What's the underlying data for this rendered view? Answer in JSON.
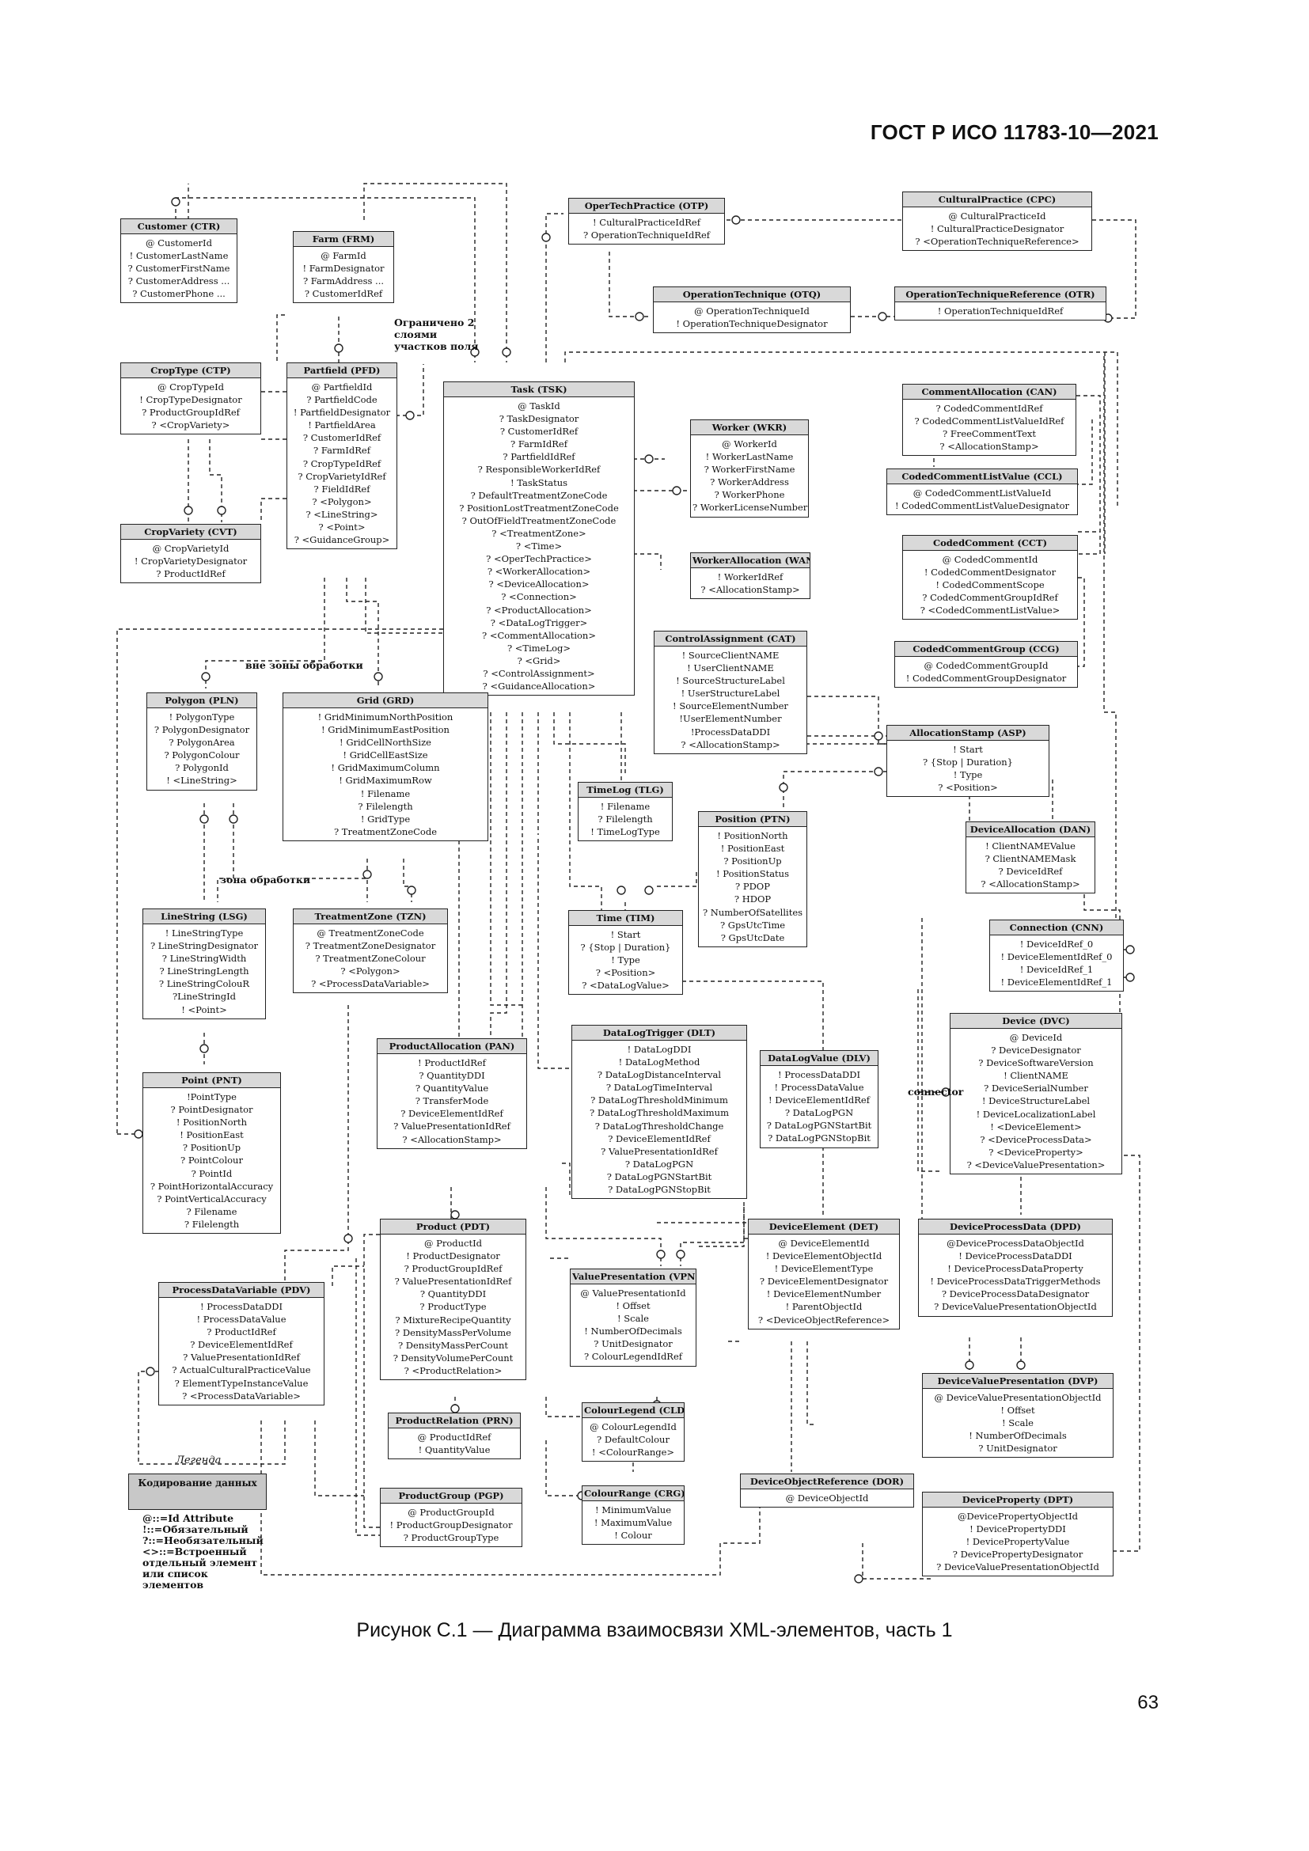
{
  "header": "ГОСТ Р ИСО 11783-10—2021",
  "caption": "Рисунок С.1 — Диаграмма взаимосвязи XML-элементов, часть 1",
  "page_number": "63",
  "entities": [
    {
      "id": "CTR",
      "title": "Customer (CTR)",
      "fields": [
        "@ CustomerId",
        "! CustomerLastName",
        "? CustomerFirstName",
        "? CustomerAddress ...",
        "? CustomerPhone ..."
      ]
    },
    {
      "id": "FRM",
      "title": "Farm (FRM)",
      "fields": [
        "@ FarmId",
        "! FarmDesignator",
        "? FarmAddress ...",
        "? CustomerIdRef"
      ]
    },
    {
      "id": "OTP",
      "title": "OperTechPractice (OTP)",
      "fields": [
        "! CulturalPracticeIdRef",
        "? OperationTechniqueIdRef"
      ]
    },
    {
      "id": "CPC",
      "title": "CulturalPractice (CPC)",
      "fields": [
        "@ CulturalPracticeId",
        "! CulturalPracticeDesignator",
        "? <OperationTechniqueReference>"
      ]
    },
    {
      "id": "OTQ",
      "title": "OperationTechnique (OTQ)",
      "fields": [
        "@ OperationTechniqueId",
        "! OperationTechniqueDesignator"
      ]
    },
    {
      "id": "OTR",
      "title": "OperationTechniqueReference (OTR)",
      "fields": [
        "! OperationTechniqueIdRef"
      ]
    },
    {
      "id": "CTP",
      "title": "CropType (CTP)",
      "fields": [
        "@ CropTypeId",
        "! CropTypeDesignator",
        "? ProductGroupIdRef",
        "? <CropVariety>"
      ]
    },
    {
      "id": "PFD",
      "title": "Partfield (PFD)",
      "fields": [
        "@ PartfieldId",
        "? PartfieldCode",
        "! PartfieldDesignator",
        "! PartfieldArea",
        "? CustomerIdRef",
        "? FarmIdRef",
        "? CropTypeIdRef",
        "? CropVarietyIdRef",
        "? FieldIdRef",
        "? <Polygon>",
        "? <LineString>",
        "? <Point>",
        "? <GuidanceGroup>"
      ]
    },
    {
      "id": "TSK",
      "title": "Task (TSK)",
      "fields": [
        "@ TaskId",
        "? TaskDesignator",
        "? CustomerIdRef",
        "? FarmIdRef",
        "? PartfieldIdRef",
        "? ResponsibleWorkerIdRef",
        "! TaskStatus",
        "? DefaultTreatmentZoneCode",
        "? PositionLostTreatmentZoneCode",
        "? OutOfFieldTreatmentZoneCode",
        "? <TreatmentZone>",
        "? <Time>",
        "? <OperTechPractice>",
        "? <WorkerAllocation>",
        "? <DeviceAllocation>",
        "? <Connection>",
        "? <ProductAllocation>",
        "? <DataLogTrigger>",
        "? <CommentAllocation>",
        "? <TimeLog>",
        "? <Grid>",
        "? <ControlAssignment>",
        "? <GuidanceAllocation>"
      ]
    },
    {
      "id": "CAN",
      "title": "CommentAllocation (CAN)",
      "fields": [
        "? CodedCommentIdRef",
        "? CodedCommentListValueIdRef",
        "? FreeCommentText",
        "? <AllocationStamp>"
      ]
    },
    {
      "id": "WKR",
      "title": "Worker (WKR)",
      "fields": [
        "@ WorkerId",
        "! WorkerLastName",
        "? WorkerFirstName",
        "? WorkerAddress",
        "? WorkerPhone",
        "? WorkerLicenseNumber"
      ]
    },
    {
      "id": "CCL",
      "title": "CodedCommentListValue (CCL)",
      "fields": [
        "@ CodedCommentListValueId",
        "! CodedCommentListValueDesignator"
      ]
    },
    {
      "id": "CVT",
      "title": "CropVariety (CVT)",
      "fields": [
        "@ CropVarietyId",
        "! CropVarietyDesignator",
        "? ProductIdRef"
      ]
    },
    {
      "id": "CCT",
      "title": "CodedComment (CCT)",
      "fields": [
        "@ CodedCommentId",
        "! CodedCommentDesignator",
        "! CodedCommentScope",
        "? CodedCommentGroupIdRef",
        "? <CodedCommentListValue>"
      ]
    },
    {
      "id": "WAN",
      "title": "WorkerAllocation (WAN)",
      "fields": [
        "! WorkerIdRef",
        "? <AllocationStamp>"
      ]
    },
    {
      "id": "CAT",
      "title": "ControlAssignment (CAT)",
      "fields": [
        "! SourceClientNAME",
        "! UserClientNAME",
        "! SourceStructureLabel",
        "! UserStructureLabel",
        "! SourceElementNumber",
        "!UserElementNumber",
        "!ProcessDataDDI",
        "? <AllocationStamp>"
      ]
    },
    {
      "id": "CCG",
      "title": "CodedCommentGroup (CCG)",
      "fields": [
        "@ CodedCommentGroupId",
        "! CodedCommentGroupDesignator"
      ]
    },
    {
      "id": "PLN",
      "title": "Polygon (PLN)",
      "fields": [
        "! PolygonType",
        "? PolygonDesignator",
        "? PolygonArea",
        "? PolygonColour",
        "? PolygonId",
        "! <LineString>"
      ]
    },
    {
      "id": "GRD",
      "title": "Grid (GRD)",
      "fields": [
        "! GridMinimumNorthPosition",
        "! GridMinimumEastPosition",
        "! GridCellNorthSize",
        "! GridCellEastSize",
        "! GridMaximumColumn",
        "! GridMaximumRow",
        "! Filename",
        "? Filelength",
        "! GridType",
        "? TreatmentZoneCode"
      ]
    },
    {
      "id": "ASP",
      "title": "AllocationStamp (ASP)",
      "fields": [
        "! Start",
        "? {Stop | Duration}",
        "! Type",
        "? <Position>"
      ]
    },
    {
      "id": "TLG",
      "title": "TimeLog (TLG)",
      "fields": [
        "! Filename",
        "? Filelength",
        "! TimeLogType"
      ]
    },
    {
      "id": "PTN",
      "title": "Position (PTN)",
      "fields": [
        "! PositionNorth",
        "! PositionEast",
        "? PositionUp",
        "! PositionStatus",
        "? PDOP",
        "? HDOP",
        "? NumberOfSatellites",
        "? GpsUtcTime",
        "? GpsUtcDate"
      ]
    },
    {
      "id": "DAN",
      "title": "DeviceAllocation (DAN)",
      "fields": [
        "! ClientNAMEValue",
        "? ClientNAMEMask",
        "? DeviceIdRef",
        "? <AllocationStamp>"
      ]
    },
    {
      "id": "LSG",
      "title": "LineString (LSG)",
      "fields": [
        "! LineStringType",
        "? LineStringDesignator",
        "? LineStringWidth",
        "? LineStringLength",
        "? LineStringColouR",
        "?LineStringId",
        "! <Point>"
      ]
    },
    {
      "id": "TZN",
      "title": "TreatmentZone (TZN)",
      "fields": [
        "@ TreatmentZoneCode",
        "? TreatmentZoneDesignator",
        "? TreatmentZoneColour",
        "? <Polygon>",
        "? <ProcessDataVariable>"
      ]
    },
    {
      "id": "TIM",
      "title": "Time (TIM)",
      "fields": [
        "! Start",
        "? {Stop | Duration}",
        "! Type",
        "? <Position>",
        "? <DataLogValue>"
      ]
    },
    {
      "id": "CNN",
      "title": "Connection (CNN)",
      "fields": [
        "! DeviceIdRef_0",
        "! DeviceElementIdRef_0",
        "! DeviceIdRef_1",
        "! DeviceElementIdRef_1"
      ]
    },
    {
      "id": "DVC",
      "title": "Device (DVC)",
      "fields": [
        "@ DeviceId",
        "? DeviceDesignator",
        "? DeviceSoftwareVersion",
        "! ClientNAME",
        "? DeviceSerialNumber",
        "! DeviceStructureLabel",
        "! DeviceLocalizationLabel",
        "! <DeviceElement>",
        "? <DeviceProcessData>",
        "? <DeviceProperty>",
        "? <DeviceValuePresentation>"
      ]
    },
    {
      "id": "PAN",
      "title": "ProductAllocation (PAN)",
      "fields": [
        "! ProductIdRef",
        "? QuantityDDI",
        "? QuantityValue",
        "? TransferMode",
        "? DeviceElementIdRef",
        "? ValuePresentationIdRef",
        "? <AllocationStamp>"
      ]
    },
    {
      "id": "DLT",
      "title": "DataLogTrigger (DLT)",
      "fields": [
        "! DataLogDDI",
        "! DataLogMethod",
        "? DataLogDistanceInterval",
        "? DataLogTimeInterval",
        "? DataLogThresholdMinimum",
        "? DataLogThresholdMaximum",
        "? DataLogThresholdChange",
        "? DeviceElementIdRef",
        "? ValuePresentationIdRef",
        "? DataLogPGN",
        "? DataLogPGNStartBit",
        "? DataLogPGNStopBit"
      ]
    },
    {
      "id": "DLV",
      "title": "DataLogValue (DLV)",
      "fields": [
        "! ProcessDataDDI",
        "! ProcessDataValue",
        "! DeviceElementIdRef",
        "? DataLogPGN",
        "? DataLogPGNStartBit",
        "? DataLogPGNStopBit"
      ]
    },
    {
      "id": "PNT",
      "title": "Point (PNT)",
      "fields": [
        "!PointType",
        "? PointDesignator",
        "! PositionNorth",
        "! PositionEast",
        "? PositionUp",
        "? PointColour",
        "? PointId",
        "? PointHorizontalAccuracy",
        "? PointVerticalAccuracy",
        "? Filename",
        "? Filelength"
      ]
    },
    {
      "id": "PDT",
      "title": "Product (PDT)",
      "fields": [
        "@ ProductId",
        "! ProductDesignator",
        "? ProductGroupIdRef",
        "? ValuePresentationIdRef",
        "? QuantityDDI",
        "? ProductType",
        "? MixtureRecipeQuantity",
        "? DensityMassPerVolume",
        "? DensityMassPerCount",
        "? DensityVolumePerCount",
        "? <ProductRelation>"
      ]
    },
    {
      "id": "DET",
      "title": "DeviceElement (DET)",
      "fields": [
        "@ DeviceElementId",
        "! DeviceElementObjectId",
        "! DeviceElementType",
        "? DeviceElementDesignator",
        "! DeviceElementNumber",
        "! ParentObjectId",
        "? <DeviceObjectReference>"
      ]
    },
    {
      "id": "DPD",
      "title": "DeviceProcessData (DPD)",
      "fields": [
        "@DeviceProcessDataObjectId",
        "! DeviceProcessDataDDI",
        "! DeviceProcessDataProperty",
        "! DeviceProcessDataTriggerMethods",
        "? DeviceProcessDataDesignator",
        "? DeviceValuePresentationObjectId"
      ]
    },
    {
      "id": "PDV",
      "title": "ProcessDataVariable (PDV)",
      "fields": [
        "! ProcessDataDDI",
        "! ProcessDataValue",
        "? ProductIdRef",
        "? DeviceElementIdRef",
        "? ValuePresentationIdRef",
        "? ActualCulturalPracticeValue",
        "? ElementTypeInstanceValue",
        "? <ProcessDataVariable>"
      ]
    },
    {
      "id": "VPN",
      "title": "ValuePresentation (VPN)",
      "fields": [
        "@ ValuePresentationId",
        "! Offset",
        "! Scale",
        "! NumberOfDecimals",
        "? UnitDesignator",
        "? ColourLegendIdRef"
      ]
    },
    {
      "id": "DVP",
      "title": "DeviceValuePresentation (DVP)",
      "fields": [
        "@ DeviceValuePresentationObjectId",
        "! Offset",
        "! Scale",
        "! NumberOfDecimals",
        "? UnitDesignator"
      ]
    },
    {
      "id": "PRN",
      "title": "ProductRelation (PRN)",
      "fields": [
        "@ ProductIdRef",
        "! QuantityValue"
      ]
    },
    {
      "id": "CLD",
      "title": "ColourLegend (CLD)",
      "fields": [
        "@ ColourLegendId",
        "? DefaultColour",
        "! <ColourRange>"
      ]
    },
    {
      "id": "DOR",
      "title": "DeviceObjectReference (DOR)",
      "fields": [
        "@ DeviceObjectId"
      ]
    },
    {
      "id": "PGP",
      "title": "ProductGroup (PGP)",
      "fields": [
        "@ ProductGroupId",
        "! ProductGroupDesignator",
        "? ProductGroupType"
      ]
    },
    {
      "id": "CRG",
      "title": "ColourRange (CRG)",
      "fields": [
        "! MinimumValue",
        "! MaximumValue",
        "! Colour"
      ]
    },
    {
      "id": "DPT",
      "title": "DeviceProperty (DPT)",
      "fields": [
        "@DevicePropertyObjectId",
        "! DevicePropertyDDI",
        "! DevicePropertyValue",
        "? DevicePropertyDesignator",
        "? DeviceValuePresentationObjectId"
      ]
    }
  ],
  "notes": {
    "limited": "Ограничено 2 слоями участков поля",
    "outside_zone": "вне зоны обработки",
    "treatment_zone": "зона обработки",
    "connector": "connector"
  },
  "legend": {
    "title": "Легенда",
    "box": "Кодирование данных",
    "items": [
      "@::=Id Attribute",
      "!::=Обязательный",
      "?::=Необязательный",
      "<>::=Встроенный отдельный элемент или список элементов"
    ]
  }
}
